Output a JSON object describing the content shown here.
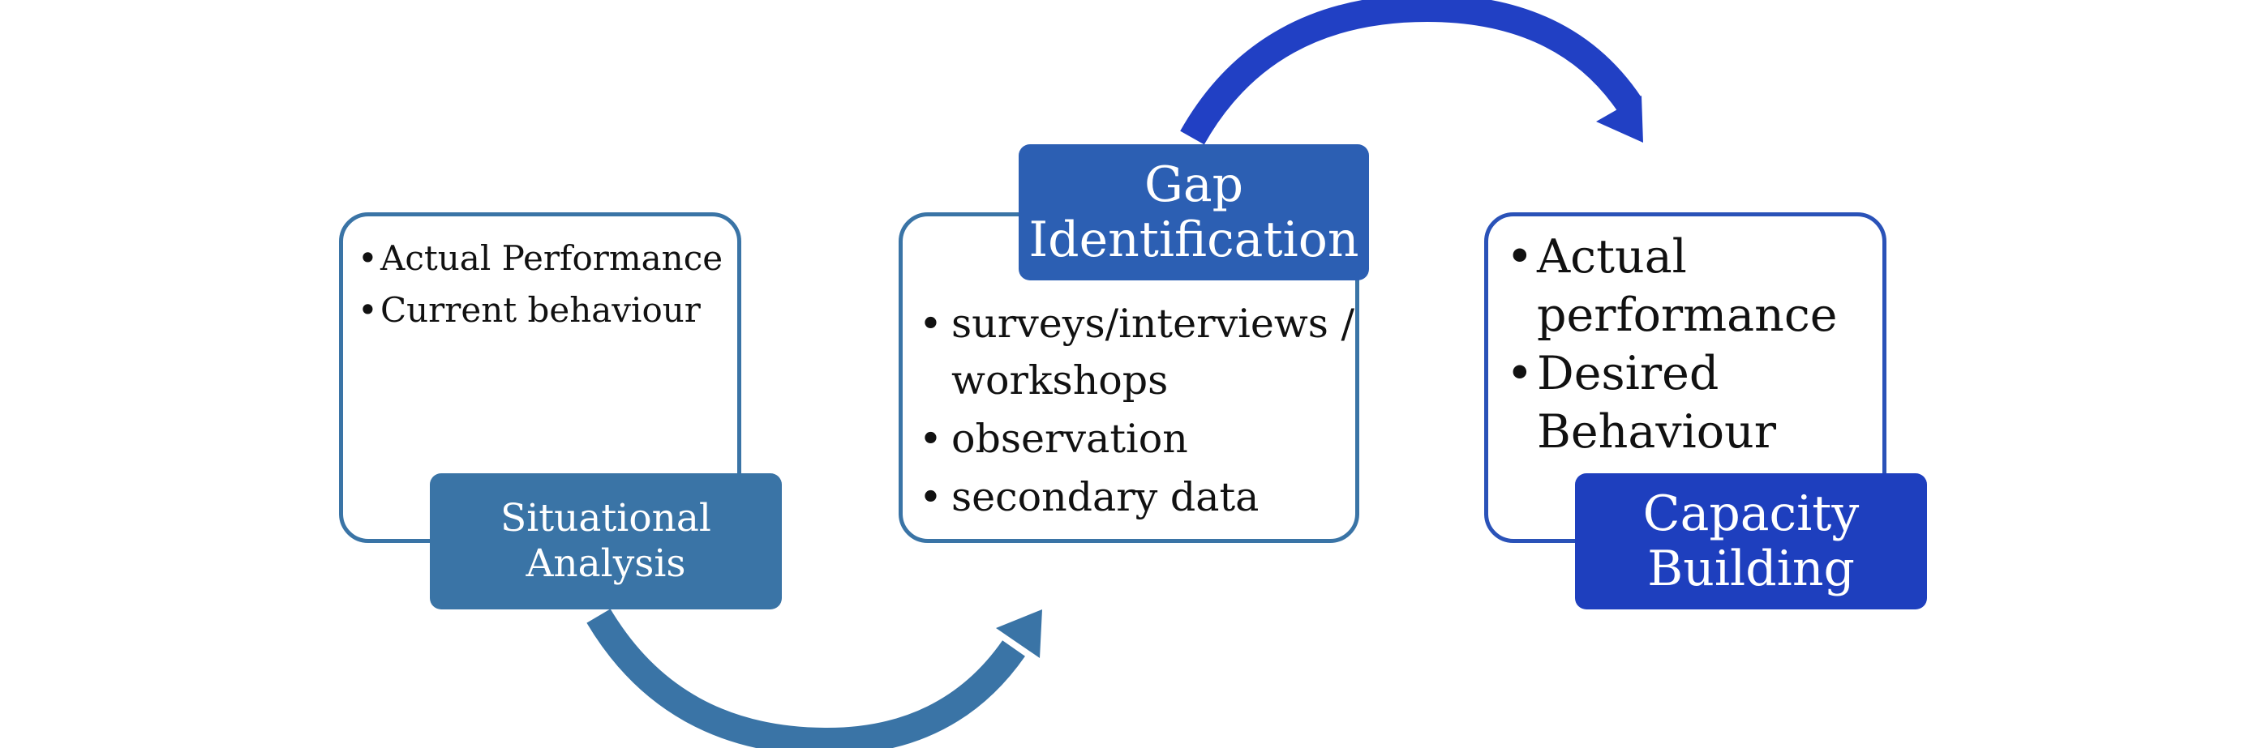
{
  "colors": {
    "stage1": "#3a74a6",
    "stage2": "#2c5fb3",
    "stage3": "#1e3fbe",
    "arrow_bottom": "#3a74a6",
    "arrow_top": "#2140c4"
  },
  "stages": [
    {
      "label_lines": [
        "Situational",
        "Analysis"
      ],
      "bullets": [
        "Actual Performance",
        "Current behaviour"
      ]
    },
    {
      "label_lines": [
        "Gap",
        "Identification"
      ],
      "bullets": [
        "surveys/interviews / workshops",
        "observation",
        "secondary data"
      ]
    },
    {
      "label_lines": [
        "Capacity",
        "Building"
      ],
      "bullets": [
        "Actual performance",
        "Desired Behaviour"
      ]
    }
  ]
}
